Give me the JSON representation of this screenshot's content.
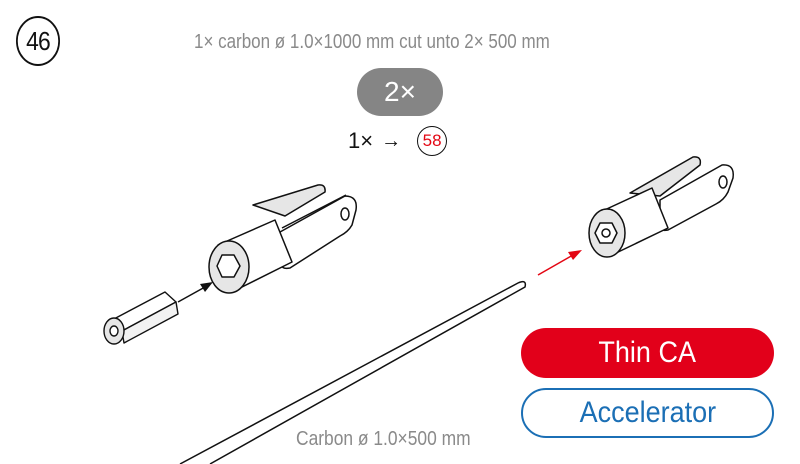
{
  "step": {
    "number": "46"
  },
  "instruction": {
    "text": "1× carbon ø 1.0×1000 mm cut unto 2× 500 mm"
  },
  "quantity": {
    "label": "2×"
  },
  "reference": {
    "count": "1×",
    "arrow": "→",
    "target_step": "58"
  },
  "adhesives": {
    "primary": {
      "label": "Thin CA",
      "color": "#e2001a"
    },
    "secondary": {
      "label": "Accelerator",
      "color": "#1b6fb5"
    }
  },
  "parts": {
    "rod": {
      "label": "Carbon ø 1.0×500 mm"
    },
    "icons": [
      "hex-insert-icon",
      "clevis-left-icon",
      "clevis-right-icon",
      "carbon-rod-icon"
    ]
  },
  "colors": {
    "arrow_black": "#111111",
    "arrow_red": "#e30613",
    "part_fill": "#e6e6e6"
  }
}
